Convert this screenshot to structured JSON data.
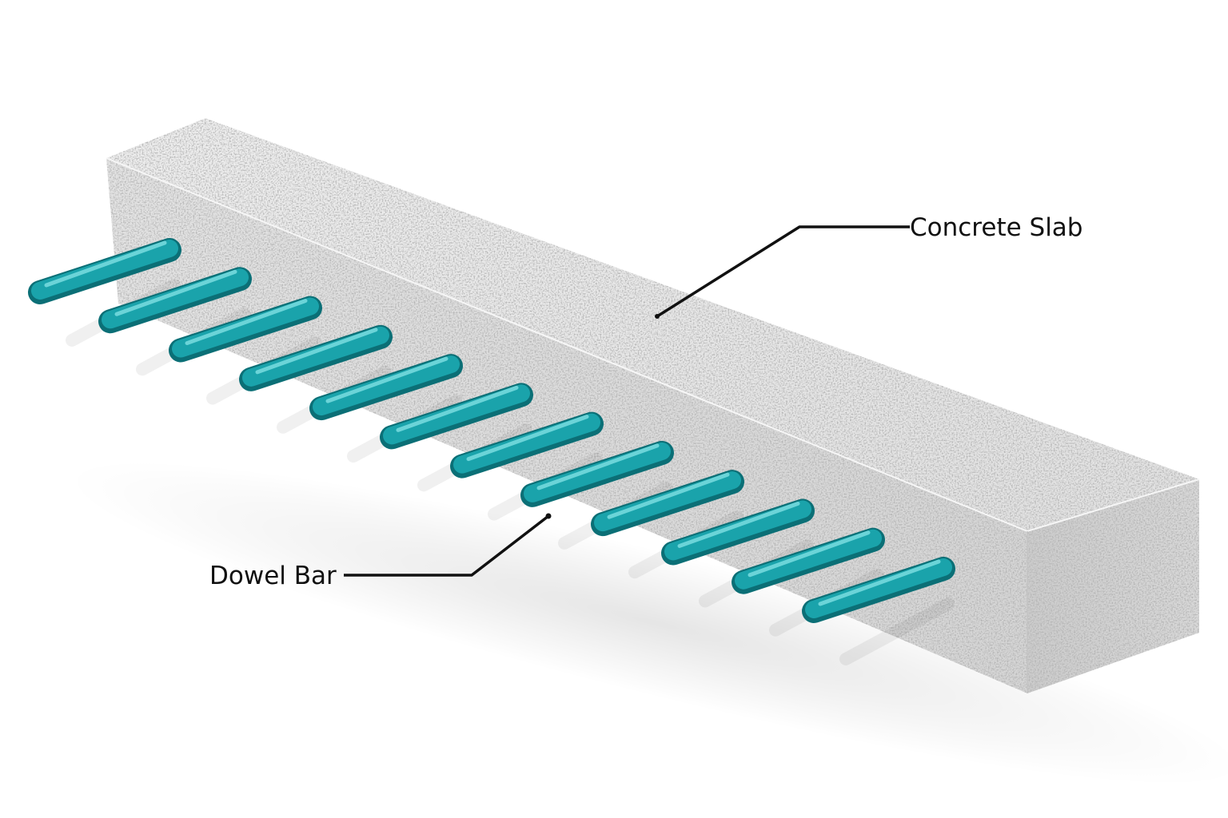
{
  "diagram": {
    "labels": {
      "slab": "Concrete Slab",
      "dowel": "Dowel Bar"
    },
    "dowel_count": 12,
    "colors": {
      "dowel": "#1aa3ab",
      "dowel_highlight": "#7fe0e4",
      "dowel_shadow": "#0b6f76",
      "slab_top": "#e9e9e9",
      "slab_front": "#dcdcdc",
      "slab_end": "#cfcfcf",
      "leader_line": "#111111"
    }
  }
}
